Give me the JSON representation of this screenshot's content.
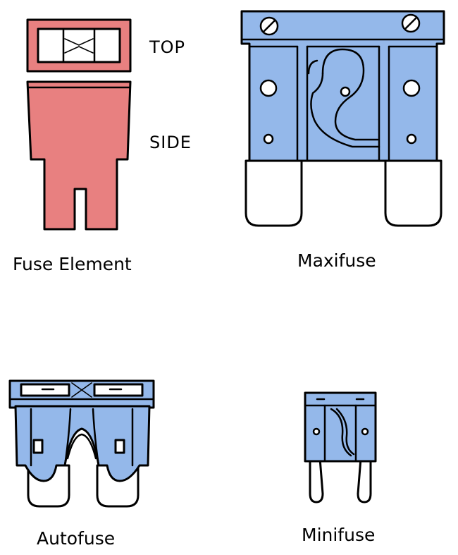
{
  "colors": {
    "element_red": "#e88080",
    "fuse_blue": "#94b8ea",
    "outline": "#000000",
    "blade_white": "#ffffff"
  },
  "fuse_element": {
    "top_label": "TOP",
    "side_label": "SIDE",
    "caption": "Fuse Element"
  },
  "maxifuse": {
    "caption": "Maxifuse"
  },
  "autofuse": {
    "caption": "Autofuse"
  },
  "minifuse": {
    "caption": "Minifuse"
  }
}
